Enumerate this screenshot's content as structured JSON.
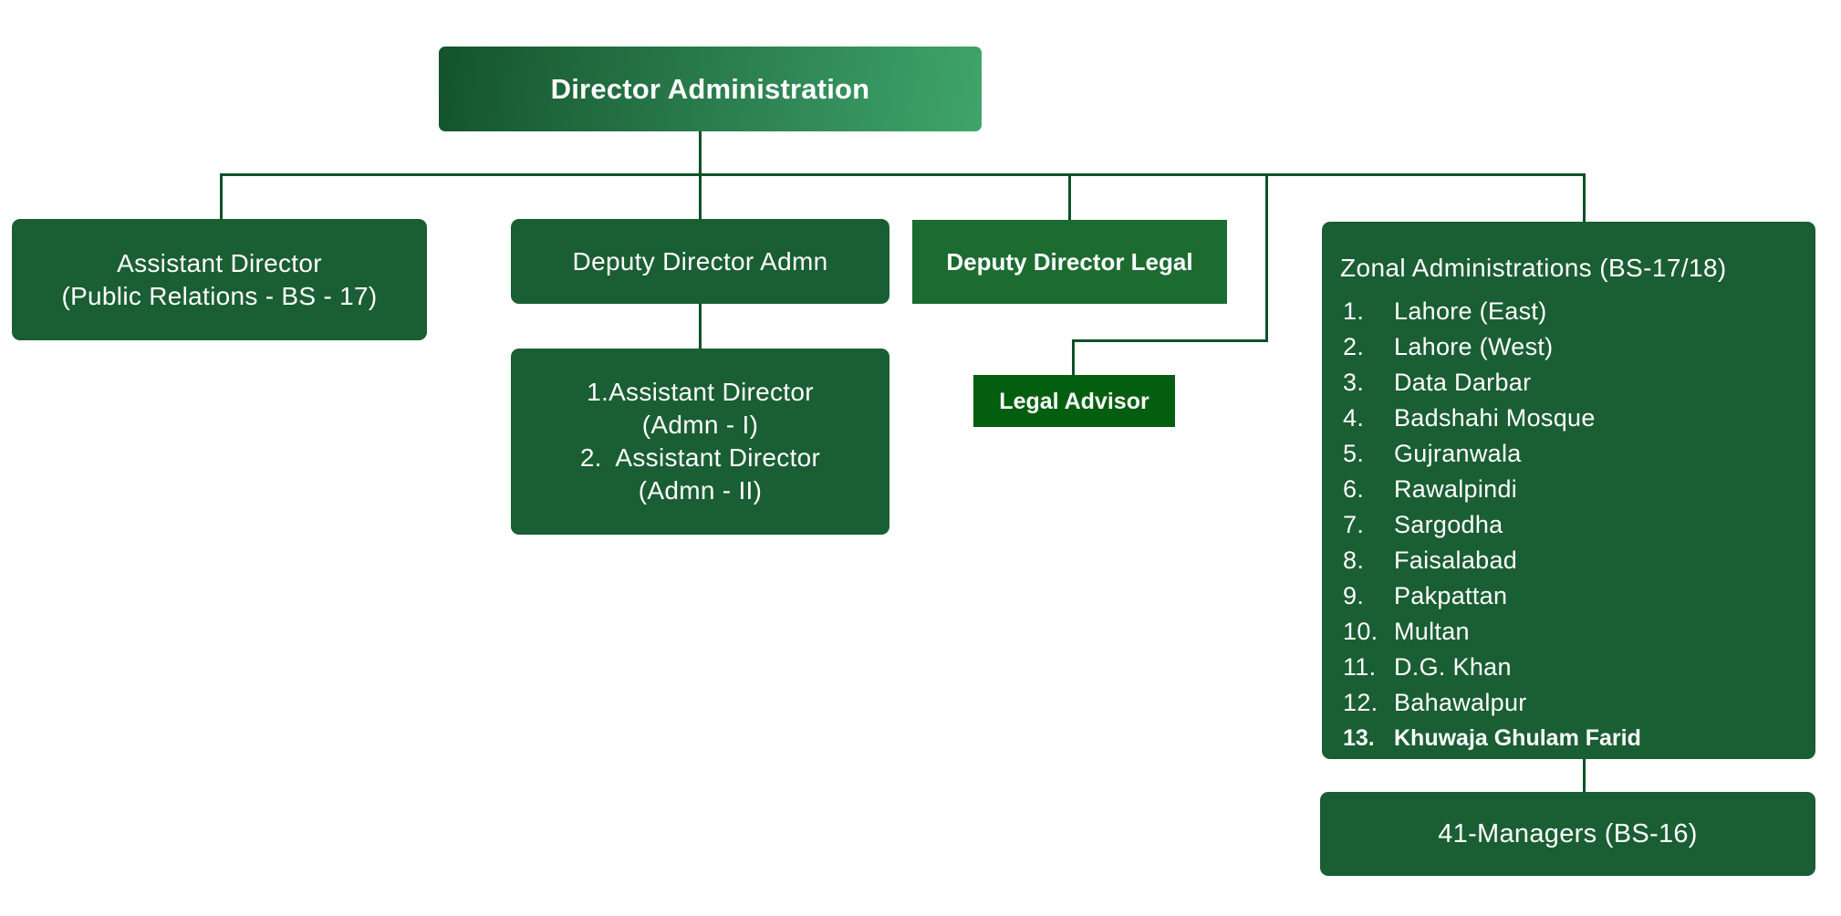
{
  "org_chart": {
    "director": {
      "label": "Director Administration"
    },
    "assistant_director_pr": {
      "line1": "Assistant Director",
      "line2": "(Public Relations - BS - 17)"
    },
    "deputy_director_admn": {
      "label": "Deputy Director Admn"
    },
    "admn_assistants": {
      "line1": "1.Assistant Director",
      "line2": "(Admn - I)",
      "line3": "2.  Assistant Director",
      "line4": "(Admn - II)"
    },
    "deputy_director_legal": {
      "label": "Deputy Director Legal"
    },
    "legal_advisor": {
      "label": "Legal Advisor"
    },
    "zonal_administrations": {
      "title": "Zonal Administrations (BS-17/18)",
      "items": [
        {
          "num": "1.",
          "name": "Lahore (East)"
        },
        {
          "num": "2.",
          "name": "Lahore (West)"
        },
        {
          "num": "3.",
          "name": "Data Darbar"
        },
        {
          "num": "4.",
          "name": "Badshahi Mosque"
        },
        {
          "num": "5.",
          "name": "Gujranwala"
        },
        {
          "num": "6.",
          "name": "Rawalpindi"
        },
        {
          "num": "7.",
          "name": "Sargodha"
        },
        {
          "num": "8.",
          "name": "Faisalabad"
        },
        {
          "num": "9.",
          "name": "Pakpattan"
        },
        {
          "num": "10.",
          "name": "Multan"
        },
        {
          "num": "11.",
          "name": "D.G. Khan"
        },
        {
          "num": "12.",
          "name": "Bahawalpur"
        },
        {
          "num": "13.",
          "name": "Khuwaja Ghulam Farid"
        }
      ]
    },
    "managers": {
      "label": "41-Managers (BS-16)"
    },
    "colors": {
      "box_green": "#1a5e33",
      "director_gradient_start": "#14532c",
      "director_gradient_end": "#3fa56a",
      "deputy_legal_green": "#1c6b31",
      "legal_advisor_green": "#045e10",
      "connector_green": "#0d5227",
      "text": "#ffffff"
    }
  }
}
